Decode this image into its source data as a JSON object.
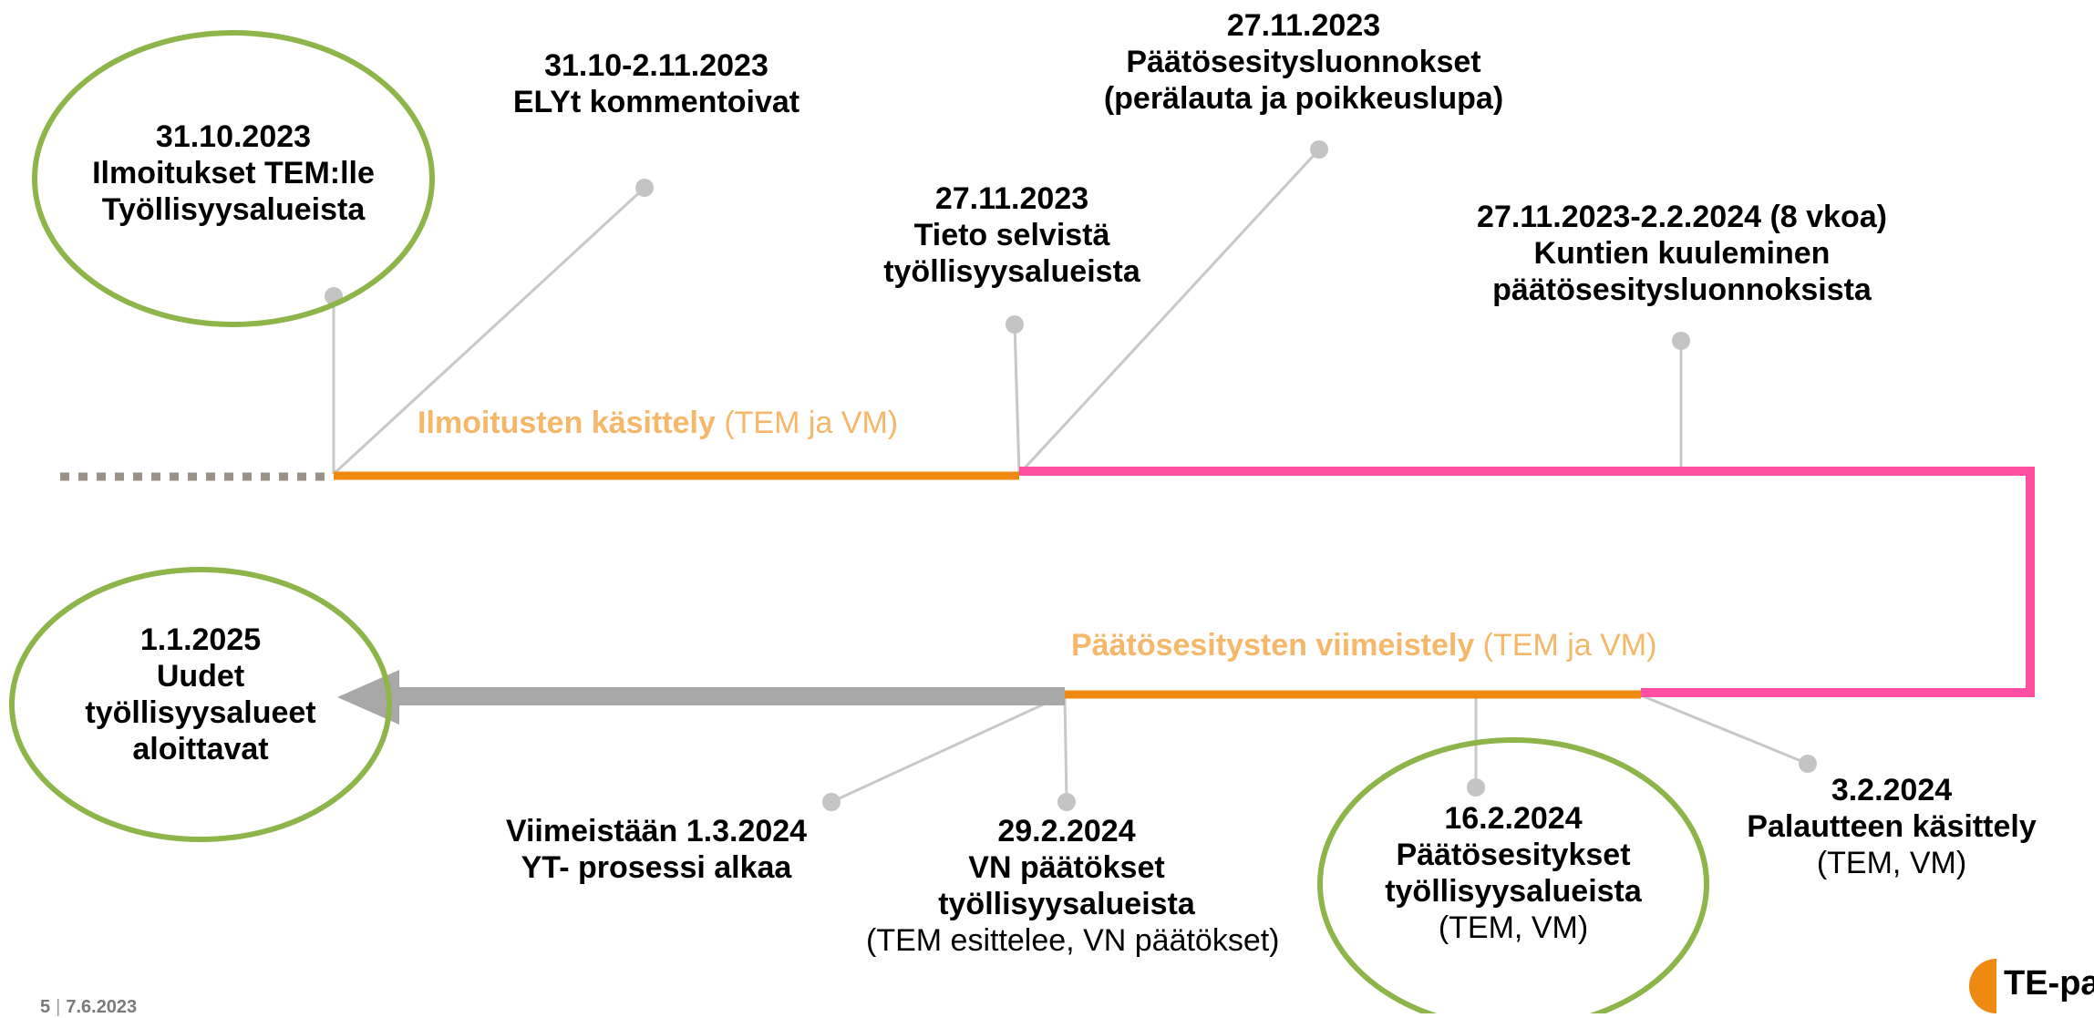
{
  "milestones": {
    "ilmoitukset": {
      "lines": [
        "31.10.2023",
        "Ilmoitukset TEM:lle",
        "Työllisyysalueista"
      ]
    },
    "elyt": {
      "lines": [
        "31.10-2.11.2023",
        "ELYt kommentoivat"
      ]
    },
    "tieto": {
      "lines": [
        "27.11.2023",
        "Tieto selvistä",
        "työllisyysalueista"
      ]
    },
    "luonnokset": {
      "lines": [
        "27.11.2023",
        "Päätösesitysluonnokset",
        "(perälauta ja poikkeuslupa)"
      ]
    },
    "kuuleminen": {
      "lines": [
        "27.11.2023-2.2.2024 (8 vkoa)",
        "Kuntien kuuleminen",
        "päätösesitysluonnoksista"
      ]
    },
    "uudet": {
      "lines": [
        "1.1.2025",
        "Uudet",
        "työllisyysalueet",
        "aloittavat"
      ]
    },
    "yt": {
      "lines": [
        "Viimeistään 1.3.2024",
        "YT- prosessi alkaa"
      ]
    },
    "vn": {
      "lines": [
        "29.2.2024",
        "VN päätökset",
        "työllisyysalueista"
      ],
      "sub": "(TEM esittelee, VN päätökset)"
    },
    "paatosesitykset": {
      "lines": [
        "16.2.2024",
        "Päätösesitykset",
        "työllisyysalueista"
      ],
      "sub": "(TEM, VM)"
    },
    "palaute": {
      "lines": [
        "3.2.2024",
        "Palautteen käsittely"
      ],
      "sub": "(TEM, VM)"
    }
  },
  "phases": {
    "kasittely": {
      "bold": "Ilmoitusten käsittely",
      "rest": " (TEM ja VM)"
    },
    "viimeistely": {
      "bold": "Päätösesitysten viimeistely",
      "rest": " (TEM ja VM)"
    }
  },
  "footer": {
    "page": "5",
    "date": "7.6.2023"
  },
  "logo": {
    "text": "TE-palvelut"
  },
  "colors": {
    "orange": "#ee8a12",
    "pink": "#ff4fa3",
    "gray_arrow": "#a8a8a8",
    "dot_gray": "#c4c4c4",
    "connector": "#c8c8c8",
    "circle_green": "#8db54a",
    "dotted": "#9b9287",
    "phase_text": "#f5b76a",
    "footer_gray": "#7a7a7a"
  }
}
